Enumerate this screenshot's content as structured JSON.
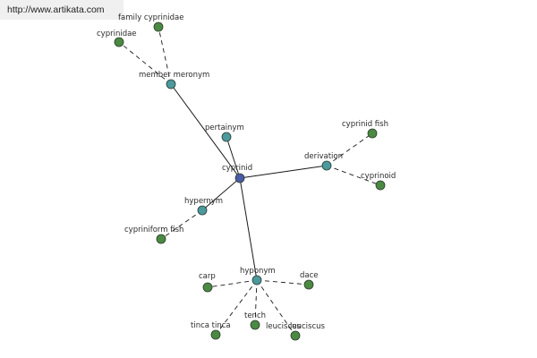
{
  "watermark": "http://www.artikata.com",
  "colors": {
    "root": "#4a5aa8",
    "relation": "#4a9a9e",
    "leaf": "#4a8a42",
    "node_stroke": "#2e3a2e",
    "edge": "#1a1a1a"
  },
  "graph": {
    "root": {
      "id": "cyprinid",
      "label": "cyprinid"
    },
    "relations": [
      {
        "id": "member-meronym",
        "label": "member meronym",
        "targets": [
          "cyprinidae",
          "family cyprinidae"
        ]
      },
      {
        "id": "pertainym",
        "label": "pertainym",
        "targets": []
      },
      {
        "id": "derivation",
        "label": "derivation",
        "targets": [
          "cyprinid fish",
          "cyprinoid"
        ]
      },
      {
        "id": "hypernym",
        "label": "hypernym",
        "targets": [
          "cypriniform fish"
        ]
      },
      {
        "id": "hyponym",
        "label": "hyponym",
        "targets": [
          "carp",
          "dace",
          "tinca tinca",
          "tench",
          "leuciscus",
          "leuciscus"
        ]
      }
    ]
  }
}
